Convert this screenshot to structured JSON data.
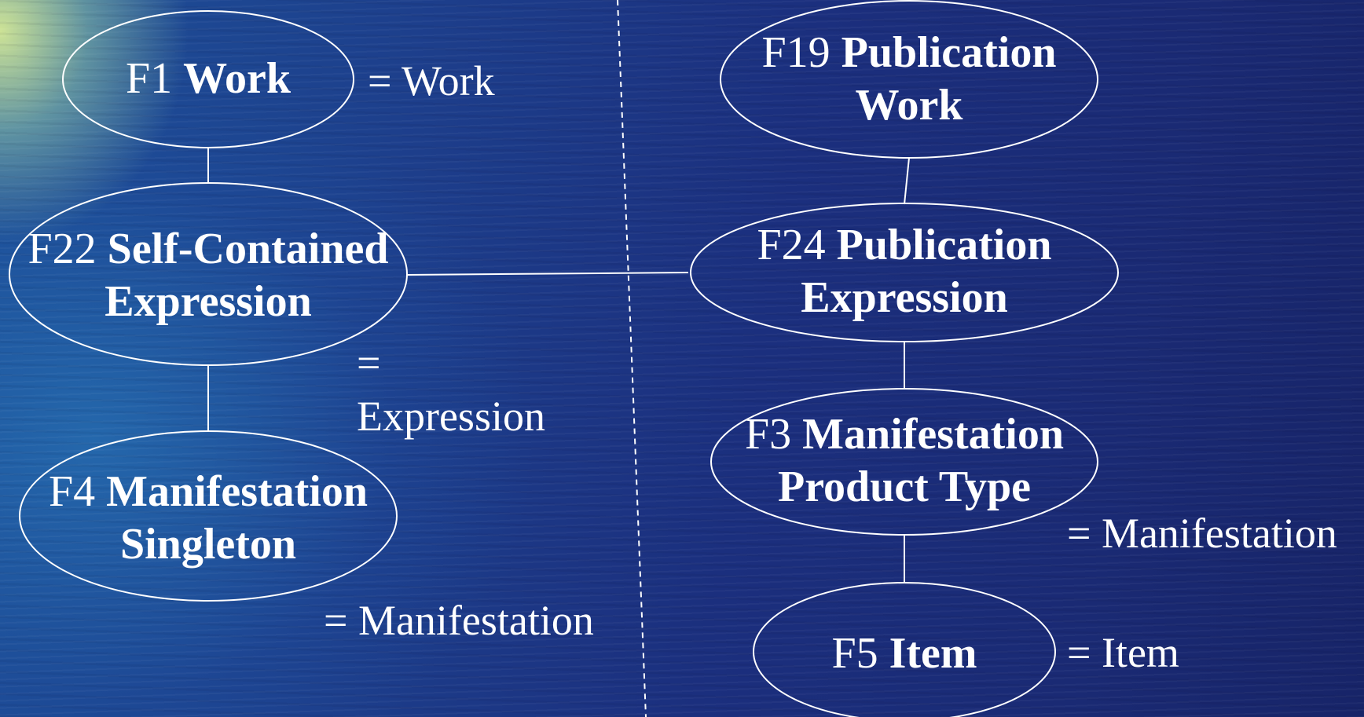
{
  "diagram": {
    "left": {
      "work": {
        "code": "F1",
        "name": "Work",
        "equivalent": "= Work"
      },
      "expression": {
        "code": "F22",
        "name_line1": "Self-Contained",
        "name_line2": "Expression",
        "equivalent_line1": "=",
        "equivalent_line2": "Expression"
      },
      "manifestation": {
        "code": "F4",
        "name_line1": "Manifestation",
        "name_line2": "Singleton",
        "equivalent": "= Manifestation"
      }
    },
    "right": {
      "work": {
        "code": "F19",
        "name_line1": "Publication",
        "name_line2": "Work"
      },
      "expression": {
        "code": "F24",
        "name_line1": "Publication",
        "name_line2": "Expression"
      },
      "manifestation": {
        "code": "F3",
        "name_line1": "Manifestation",
        "name_line2": "Product Type",
        "equivalent": "= Manifestation"
      },
      "item": {
        "code": "F5",
        "name": "Item",
        "equivalent": "= Item"
      }
    }
  },
  "colors": {
    "stroke": "#ffffff",
    "text": "#ffffff",
    "background_deep": "#1a2a74",
    "background_light": "#d7eb96"
  }
}
